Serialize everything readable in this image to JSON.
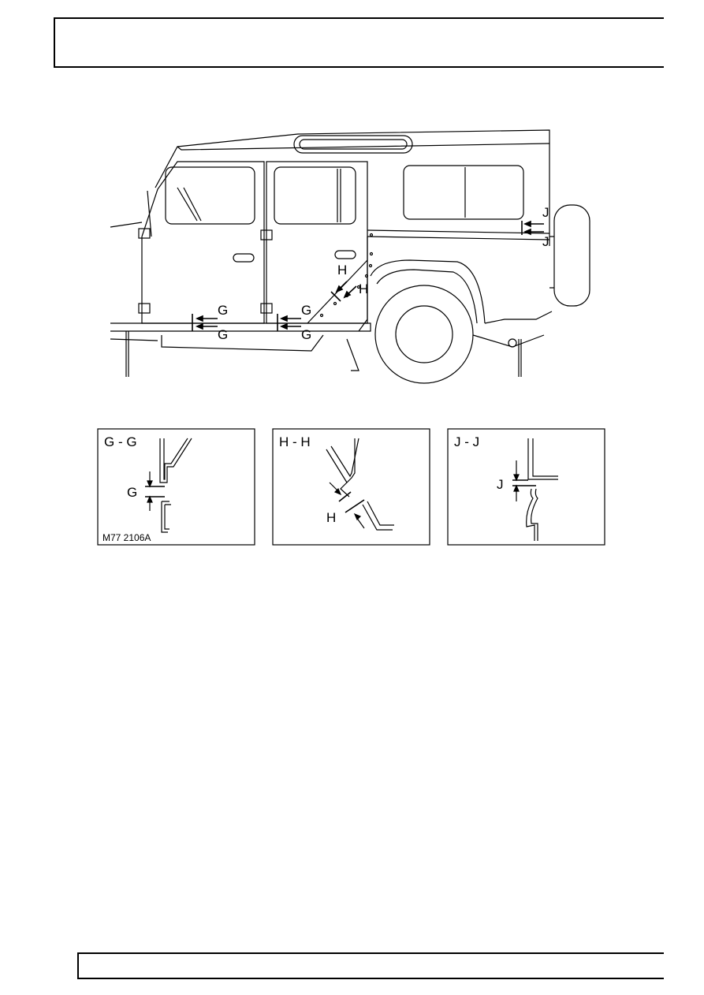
{
  "figure": {
    "callouts": {
      "g": "G",
      "h": "H",
      "j": "J"
    },
    "detail_titles": {
      "gg": "G - G",
      "hh": "H - H",
      "jj": "J - J"
    },
    "figure_code": "M77 2106A"
  }
}
